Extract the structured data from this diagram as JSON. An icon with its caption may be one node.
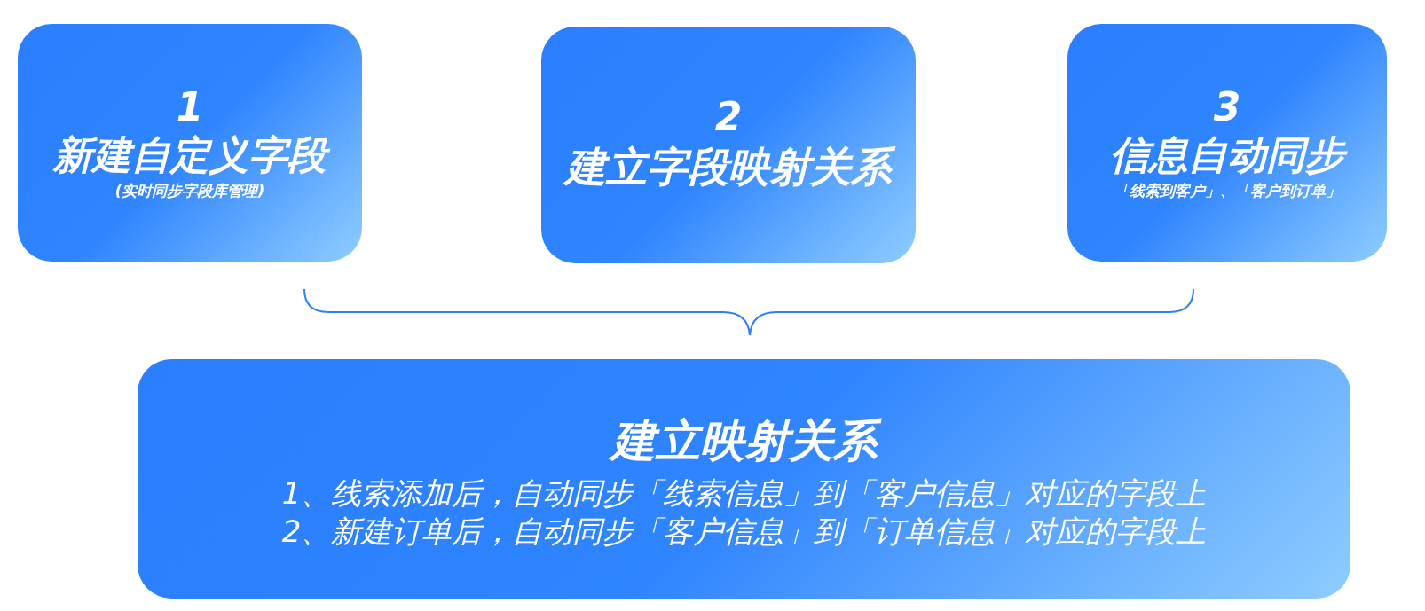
{
  "diagram": {
    "nodes": [
      {
        "text": [
          "1",
          "新建自定义字段",
          "(实时同步字段库管理)"
        ]
      },
      {
        "text": [
          "2",
          "建立字段映射关系"
        ]
      },
      {
        "text": [
          "3",
          "信息自动同步",
          "「线索到客户」、「客户到订单」"
        ]
      },
      {
        "text": [
          "建立映射关系",
          "1、线索添加后，自动同步「线索信息」到「客户信息」对应的字段上",
          "2、新建订单后，自动同步「客户信息」到「订单信息」对应的字段上"
        ]
      }
    ],
    "edges": []
  }
}
